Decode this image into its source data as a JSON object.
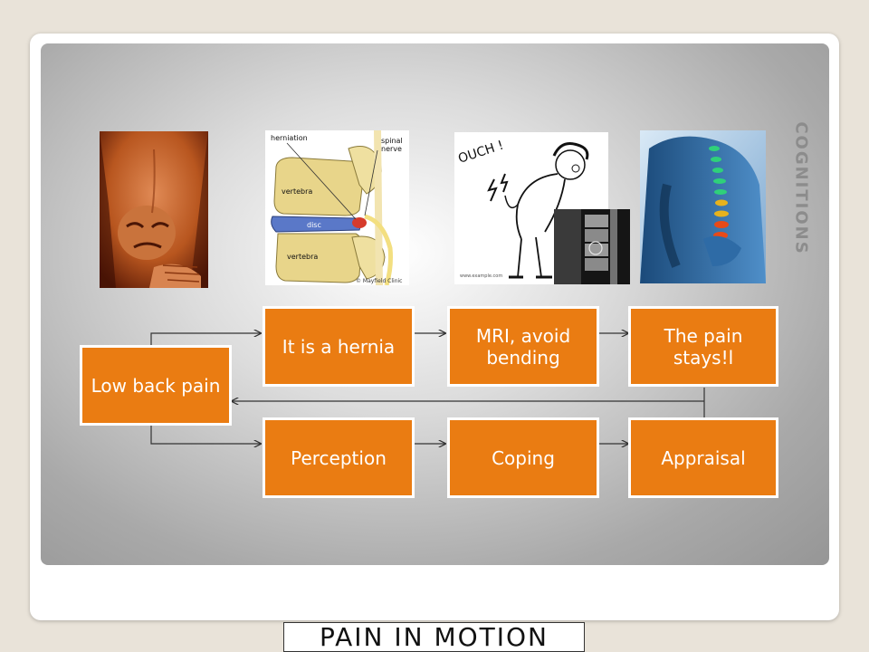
{
  "slide": {
    "vertical_title": "COGNITIONS"
  },
  "photos": [
    {
      "name": "back-pain-man-photo",
      "icon": "man-grimacing-back-pain"
    },
    {
      "name": "herniated-disc-illustration",
      "icon": "spine-hernia-diagram",
      "labels": {
        "herniation": "herniation",
        "spinal_nerve": "spinal\nnerve",
        "vertebra_top": "vertebra",
        "disc": "disc",
        "vertebra_bottom": "vertebra",
        "credit": "© Mayfield Clinic"
      }
    },
    {
      "name": "ouch-cartoon",
      "icon": "cartoon-man-ouch",
      "labels": {
        "ouch": "OUCH !"
      }
    },
    {
      "name": "mri-scan-inset",
      "icon": "mri-image"
    },
    {
      "name": "glowing-spine-render",
      "icon": "3d-spine-render"
    }
  ],
  "diagram": {
    "root": "Low back pain",
    "top_row": [
      "It is a hernia",
      "MRI, avoid bending",
      "The pain stays!l"
    ],
    "bottom_row": [
      "Perception",
      "Coping",
      "Appraisal"
    ],
    "colors": {
      "node": "#ea7c12",
      "node_border": "#ffffff",
      "node_text": "#ffffff",
      "connector": "#333333"
    }
  },
  "footer": {
    "logo_text": "PAIN IN MOTION"
  }
}
